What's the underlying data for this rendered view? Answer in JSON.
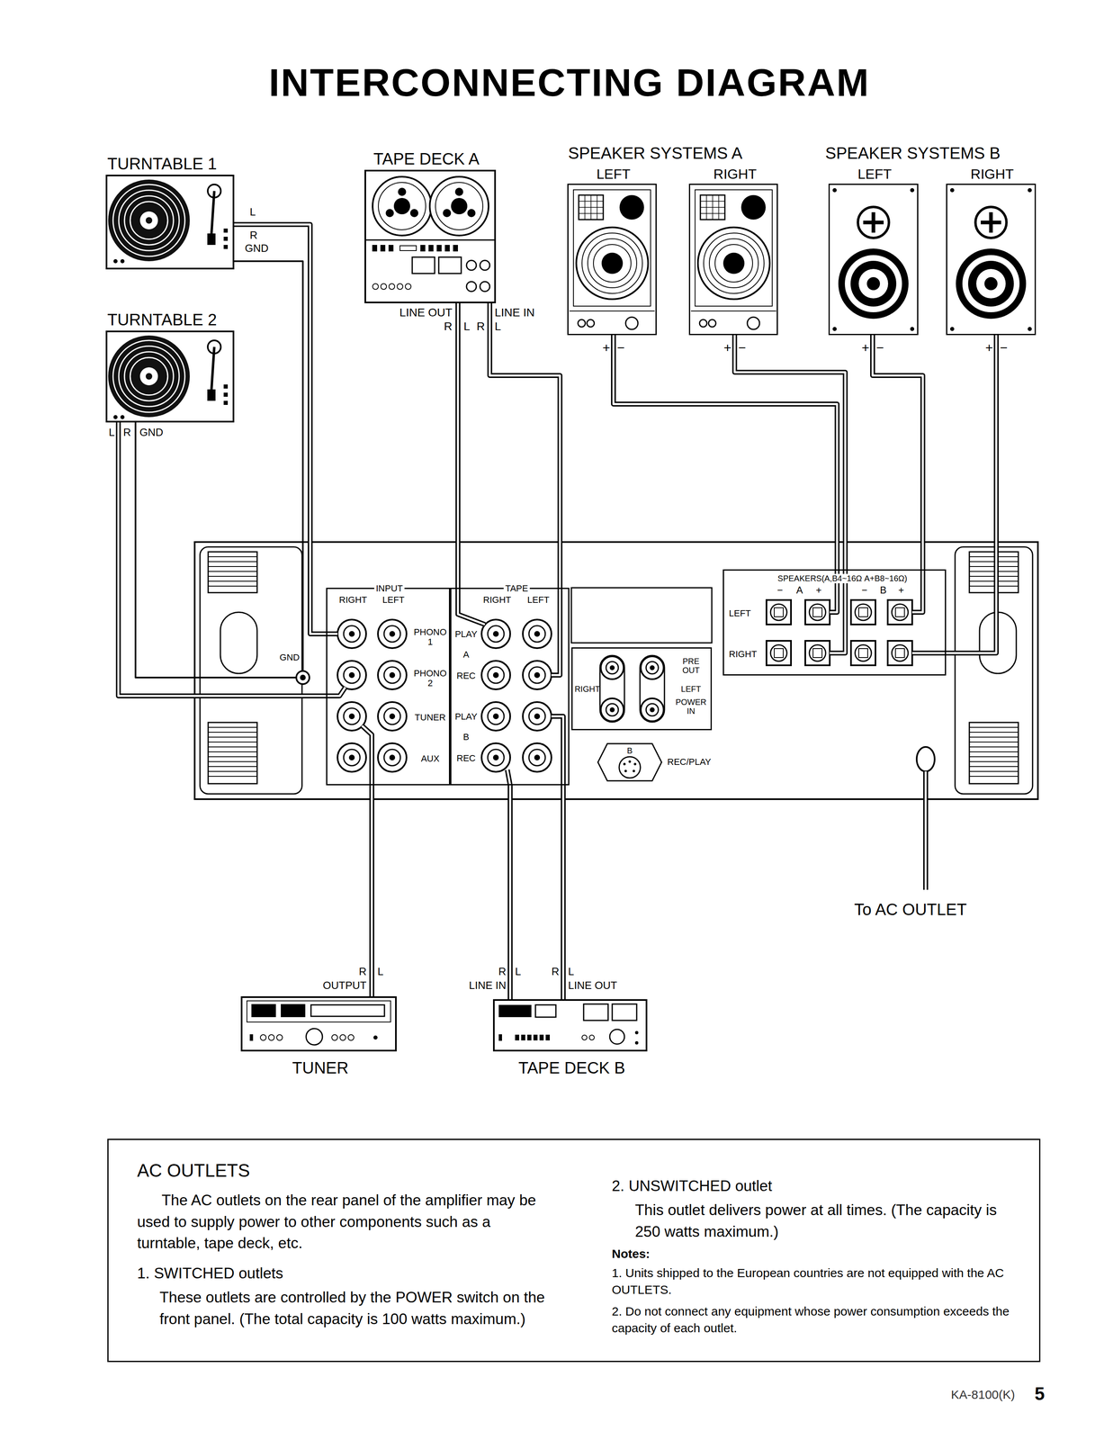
{
  "diagram": {
    "title": "INTERCONNECTING DIAGRAM",
    "nodes": [
      {
        "text": [
          "TURNTABLE 1"
        ]
      },
      {
        "text": [
          "TURNTABLE 2"
        ]
      },
      {
        "text": [
          "TAPE DECK A"
        ]
      },
      {
        "text": [
          "LEFT"
        ]
      },
      {
        "text": [
          "RIGHT"
        ]
      },
      {
        "text": [
          "LEFT"
        ]
      },
      {
        "text": [
          "RIGHT"
        ]
      },
      {
        "text": [
          "INPUT",
          "RIGHT",
          "LEFT",
          "PHONO 1",
          "PHONO 2",
          "TUNER",
          "AUX"
        ]
      },
      {
        "text": [
          "TAPE",
          "RIGHT",
          "LEFT",
          "PLAY",
          "A",
          "REC",
          "PLAY",
          "B",
          "REC"
        ]
      },
      {
        "text": [
          "PRE OUT",
          "LEFT",
          "POWER IN",
          "RIGHT"
        ]
      },
      {
        "text": [
          "B",
          "REC/PLAY"
        ]
      },
      {
        "text": [
          "SPEAKERS(A,B4~16Ω A+B8~16Ω)",
          "−",
          "A",
          "+",
          "−",
          "B",
          "+",
          "LEFT",
          "RIGHT"
        ]
      },
      {
        "text": [
          "TUNER"
        ]
      },
      {
        "text": [
          "TAPE DECK B"
        ]
      },
      {
        "text": [
          "AC OUTLETS",
          "The AC outlets on the rear panel of the amplifier may be used to supply power to other components such as a turntable, tape deck, etc.",
          "1. SWITCHED outlets",
          "These outlets are controlled by the POWER switch on the front panel. (The total capacity is 100 watts maximum.)",
          "2. UNSWITCHED outlet",
          "This outlet delivers power at all times. (The capacity is 250 watts maximum.)",
          "Notes:",
          "1. Units shipped to the European countries are not equipped with the AC OUTLETS.",
          "2. Do not connect any equipment whose power consumption exceeds the capacity of each outlet."
        ]
      }
    ],
    "edges": [
      {
        "from": 0,
        "to": 7,
        "arrow": "none"
      },
      {
        "from": 1,
        "to": 7,
        "arrow": "none"
      },
      {
        "from": 2,
        "to": 8,
        "arrow": "none"
      },
      {
        "from": 2,
        "to": 8,
        "arrow": "none"
      },
      {
        "from": 3,
        "to": 11,
        "arrow": "none"
      },
      {
        "from": 4,
        "to": 11,
        "arrow": "none"
      },
      {
        "from": 5,
        "to": 11,
        "arrow": "none"
      },
      {
        "from": 6,
        "to": 11,
        "arrow": "none"
      },
      {
        "from": 12,
        "to": 7,
        "arrow": "none"
      },
      {
        "from": 13,
        "to": 8,
        "arrow": "none"
      },
      {
        "from": 13,
        "to": 8,
        "arrow": "none"
      }
    ],
    "labels": [
      "SPEAKER SYSTEMS A",
      "SPEAKER SYSTEMS B",
      "L",
      "R",
      "GND",
      "L",
      "R",
      "GND",
      "LINE OUT",
      "R",
      "L",
      "R",
      "LINE IN",
      "L",
      "+",
      "−",
      "+",
      "−",
      "+",
      "−",
      "+",
      "−",
      "GND",
      "R",
      "L",
      "OUTPUT",
      "R",
      "L",
      "LINE IN",
      "R",
      "L",
      "LINE OUT",
      "To AC OUTLET",
      "KA-8100(K)",
      "5"
    ]
  }
}
